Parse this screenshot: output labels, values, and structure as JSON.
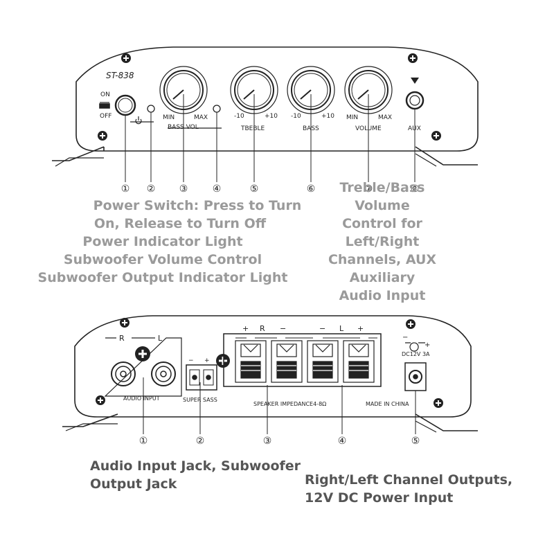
{
  "colors": {
    "line": "#222222",
    "caption_light": "#9a9a9a",
    "caption_dark": "#555555"
  },
  "front_panel": {
    "model": "ST-838",
    "switch_on": "ON",
    "switch_off": "OFF",
    "bass_min": "MIN",
    "bass_max": "MAX",
    "bass_name": "BASS VOL",
    "treble_minus": "-10",
    "treble_plus": "+10",
    "treble_name": "TBEBLE",
    "bass_minus": "-10",
    "bass_plus": "+10",
    "bass_knob_name": "BASS",
    "vol_min": "MIN",
    "vol_max": "MAX",
    "vol_name": "VOLUME",
    "aux_name": "AUX",
    "callouts": [
      "①",
      "②",
      "③",
      "④",
      "⑤",
      "⑥",
      "⑦",
      "⑧"
    ]
  },
  "back_panel": {
    "ch_r": "R",
    "ch_l": "L",
    "audio_input": "AUDIO INPUT",
    "sub_minus": "−",
    "sub_plus": "+",
    "sub_name": "SUPER SASS",
    "spk_plus_r": "+",
    "spk_r": "R",
    "spk_minus_r": "−",
    "spk_minus_l": "−",
    "spk_l": "L",
    "spk_plus_l": "+",
    "impedance": "SPEAKER IMPEDANCE4-8Ω",
    "made_in": "MADE IN CHINA",
    "dc_polarity_minus": "−",
    "dc_polarity_plus": "+",
    "dc_rating": "DC12V 3A",
    "callouts": [
      "①",
      "②",
      "③",
      "④",
      "⑤"
    ]
  },
  "captions": {
    "front_left": [
      "Power Switch: Press to Turn",
      "On, Release to Turn Off",
      "Power Indicator Light",
      "Subwoofer Volume Control",
      "Subwoofer Output Indicator Light"
    ],
    "front_right": [
      "Treble/Bass",
      "Volume",
      "Control for",
      "Left/Right",
      "Channels, AUX",
      "Auxiliary",
      "Audio Input"
    ],
    "back_left": [
      "Audio Input Jack, Subwoofer",
      "Output Jack"
    ],
    "back_right": [
      "Right/Left Channel Outputs,",
      "12V DC Power Input"
    ]
  }
}
